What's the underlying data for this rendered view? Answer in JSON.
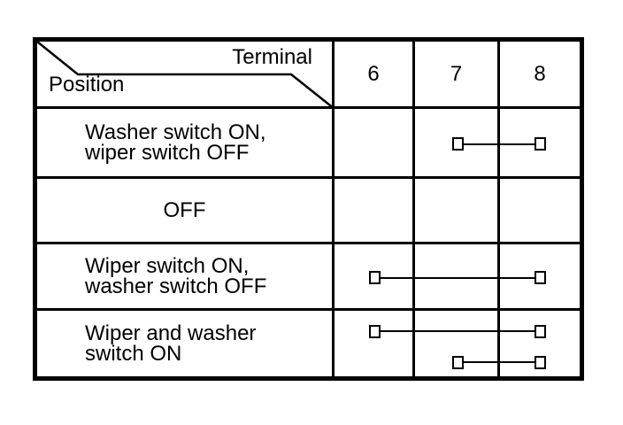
{
  "table": {
    "corner": {
      "terminal_label": "Terminal",
      "position_label": "Position"
    },
    "terminal_columns": [
      "6",
      "7",
      "8"
    ],
    "rows": [
      {
        "label": "Washer switch ON,\nwiper switch OFF",
        "align": "left",
        "connections": [
          {
            "terminals": [
              7,
              8
            ],
            "slot": "middle"
          }
        ]
      },
      {
        "label": "OFF",
        "align": "center",
        "connections": []
      },
      {
        "label": "Wiper switch ON,\nwasher switch OFF",
        "align": "left",
        "connections": [
          {
            "terminals": [
              6,
              8
            ],
            "slot": "middle"
          }
        ]
      },
      {
        "label": "Wiper and washer\nswitch ON",
        "align": "left",
        "connections": [
          {
            "terminals": [
              6,
              8
            ],
            "slot": "upper"
          },
          {
            "terminals": [
              7,
              8
            ],
            "slot": "lower"
          }
        ]
      }
    ]
  },
  "colors": {
    "foreground": "#000000",
    "background": "#ffffff"
  }
}
